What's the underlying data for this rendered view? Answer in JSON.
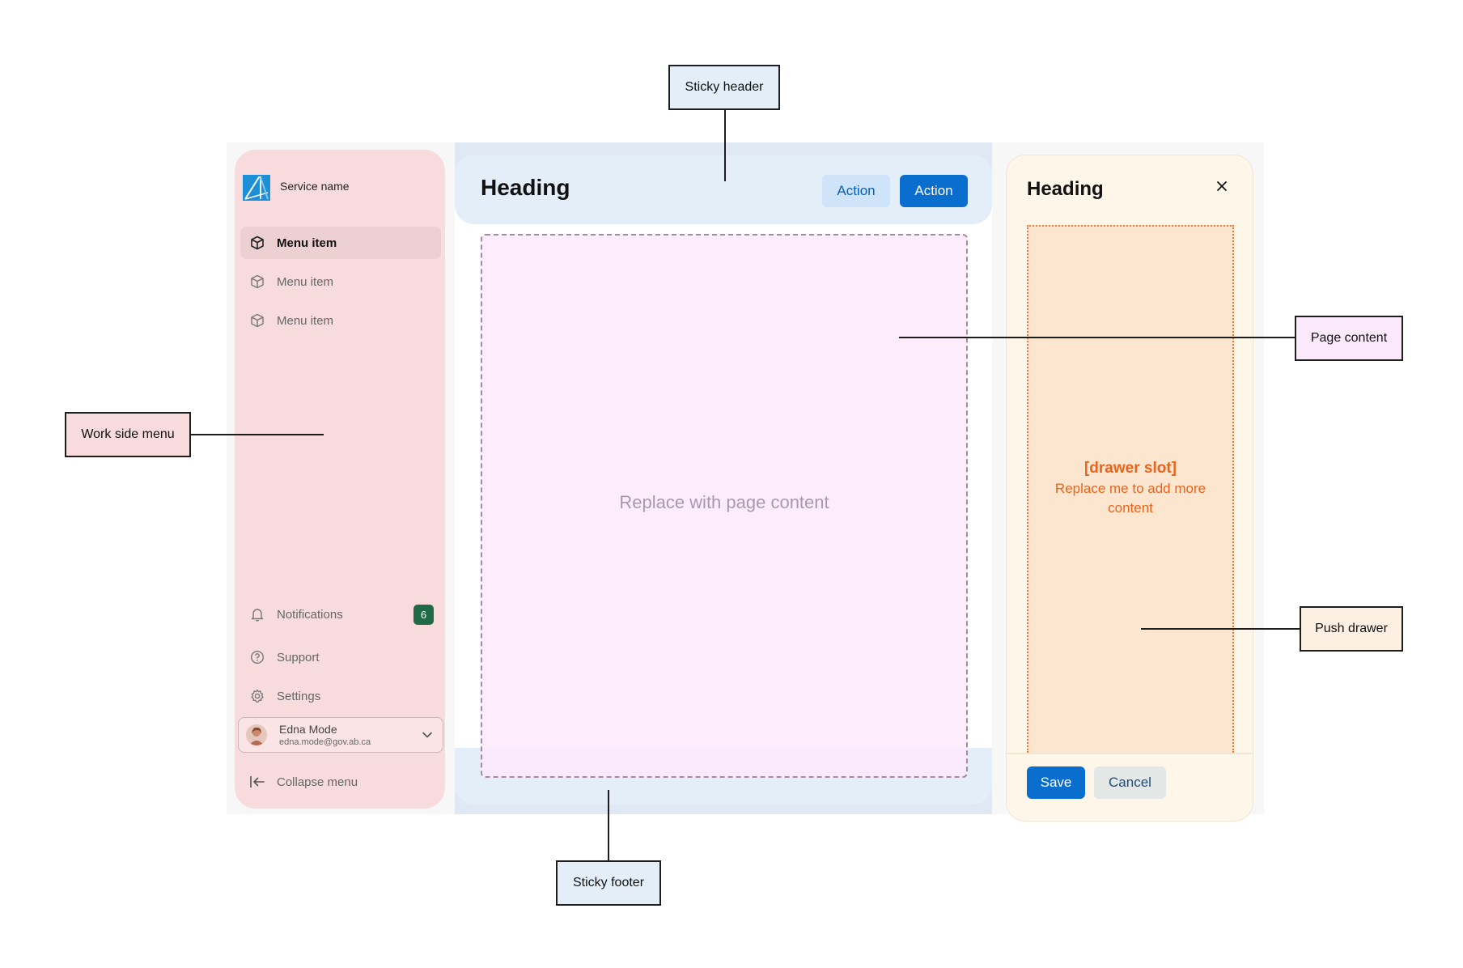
{
  "side_menu": {
    "service_name": "Service name",
    "items": [
      {
        "label": "Menu item",
        "icon": "cube-icon",
        "active": true
      },
      {
        "label": "Menu item",
        "icon": "cube-icon",
        "active": false
      },
      {
        "label": "Menu item",
        "icon": "cube-icon",
        "active": false
      }
    ],
    "notifications_label": "Notifications",
    "notifications_count": "6",
    "support_label": "Support",
    "settings_label": "Settings",
    "user": {
      "name": "Edna Mode",
      "email": "edna.mode@gov.ab.ca"
    },
    "collapse_label": "Collapse menu"
  },
  "main": {
    "heading": "Heading",
    "action_secondary": "Action",
    "action_primary": "Action",
    "placeholder": "Replace with page content"
  },
  "drawer": {
    "heading": "Heading",
    "slot_title": "[drawer slot]",
    "slot_text": "Replace me to add more content",
    "save_label": "Save",
    "cancel_label": "Cancel"
  },
  "callouts": {
    "sticky_header": "Sticky header",
    "page_content": "Page content",
    "work_side_menu": "Work side menu",
    "push_drawer": "Push drawer",
    "sticky_footer": "Sticky footer"
  },
  "colors": {
    "primary": "#0a6ecf",
    "side_menu_bg": "#f8dcdd",
    "header_bg": "#e3eef9",
    "drawer_bg": "#fef6e8",
    "drawer_slot": "#e8641c",
    "badge": "#1f6b45"
  }
}
